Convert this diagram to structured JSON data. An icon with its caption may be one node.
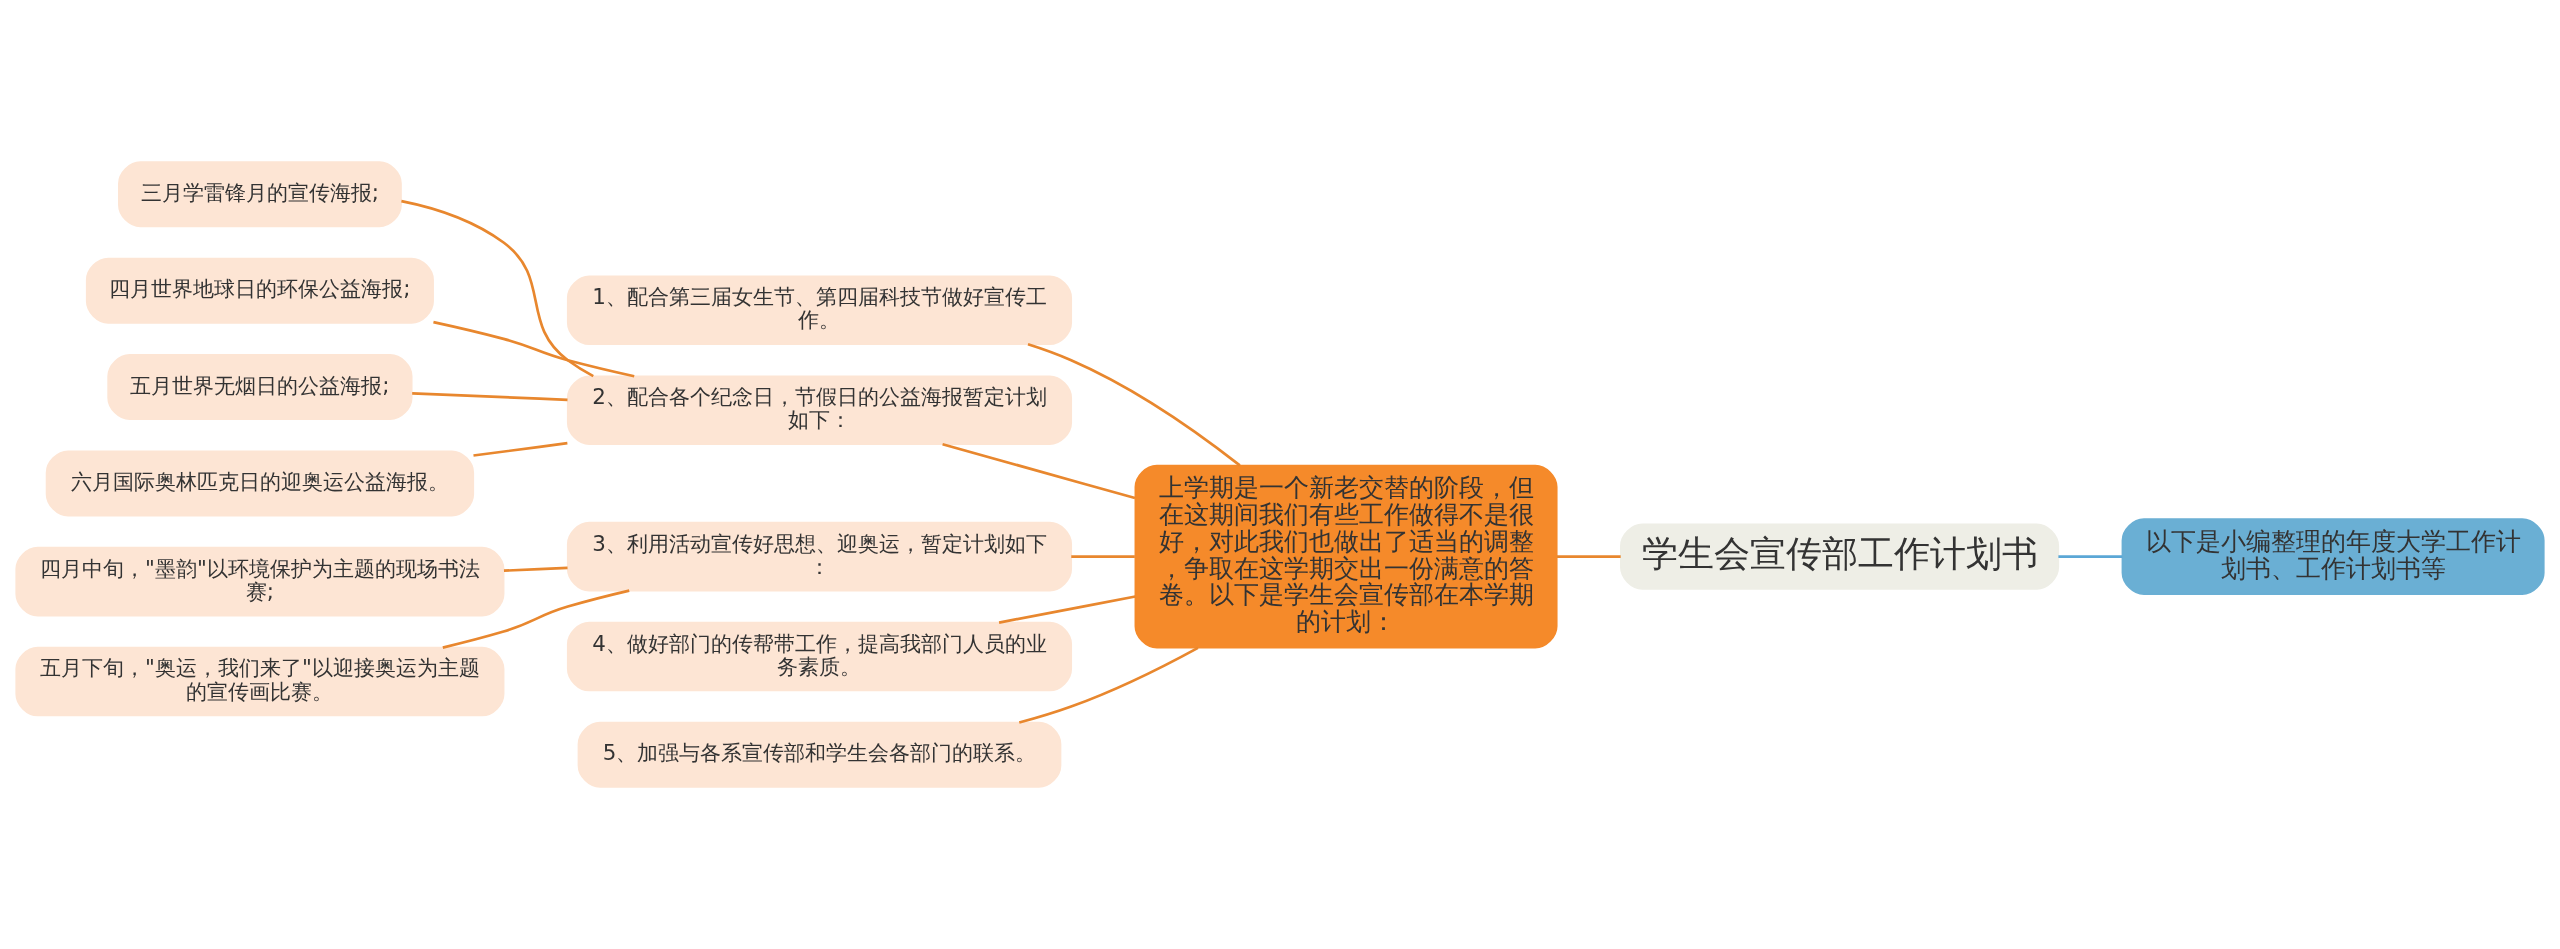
{
  "diagram": {
    "nodes": [
      {
        "text": [
          "学生会宣传部工作计划书"
        ]
      },
      {
        "text": [
          "上学期是一个新老交替的阶段，但在这期间我们有些工作做得不是很好，对此我们也做出了适当的调整，争取在这学期交出一份满意的答卷。以下是学生会宣传部在本学期的计划："
        ]
      },
      {
        "text": [
          "1、配合第三届女生节、第四届科技节做好宣传工作。"
        ]
      },
      {
        "text": [
          "2、配合各个纪念日，节假日的公益海报暂定计划如下："
        ]
      },
      {
        "text": [
          "三月学雷锋月的宣传海报;"
        ]
      },
      {
        "text": [
          "四月世界地球日的环保公益海报;"
        ]
      },
      {
        "text": [
          "五月世界无烟日的公益海报;"
        ]
      },
      {
        "text": [
          "六月国际奥林匹克日的迎奥运公益海报。"
        ]
      },
      {
        "text": [
          "3、利用活动宣传好思想、迎奥运，暂定计划如下："
        ]
      },
      {
        "text": [
          "四月中旬，\"墨韵\"以环境保护为主题的现场书法赛;"
        ]
      },
      {
        "text": [
          "五月下旬，\"奥运，我们来了\"以迎接奥运为主题的宣传画比赛。"
        ]
      },
      {
        "text": [
          "4、做好部门的传帮带工作，提高我部门人员的业务素质。"
        ]
      },
      {
        "text": [
          "5、加强与各系宣传部和学生会各部门的联系。"
        ]
      },
      {
        "text": [
          "以下是小编整理的年度大学工作计划书、工作计划书等"
        ]
      }
    ],
    "edges": [
      {
        "from": 0,
        "to": 1,
        "arrow": "none"
      },
      {
        "from": 1,
        "to": 2,
        "arrow": "none"
      },
      {
        "from": 1,
        "to": 3,
        "arrow": "none"
      },
      {
        "from": 3,
        "to": 4,
        "arrow": "none"
      },
      {
        "from": 3,
        "to": 5,
        "arrow": "none"
      },
      {
        "from": 3,
        "to": 6,
        "arrow": "none"
      },
      {
        "from": 3,
        "to": 7,
        "arrow": "none"
      },
      {
        "from": 1,
        "to": 8,
        "arrow": "none"
      },
      {
        "from": 8,
        "to": 9,
        "arrow": "none"
      },
      {
        "from": 8,
        "to": 10,
        "arrow": "none"
      },
      {
        "from": 1,
        "to": 11,
        "arrow": "none"
      },
      {
        "from": 1,
        "to": 12,
        "arrow": "none"
      },
      {
        "from": 0,
        "to": 13,
        "arrow": "none",
        "color": "#5ba7d6"
      }
    ]
  }
}
